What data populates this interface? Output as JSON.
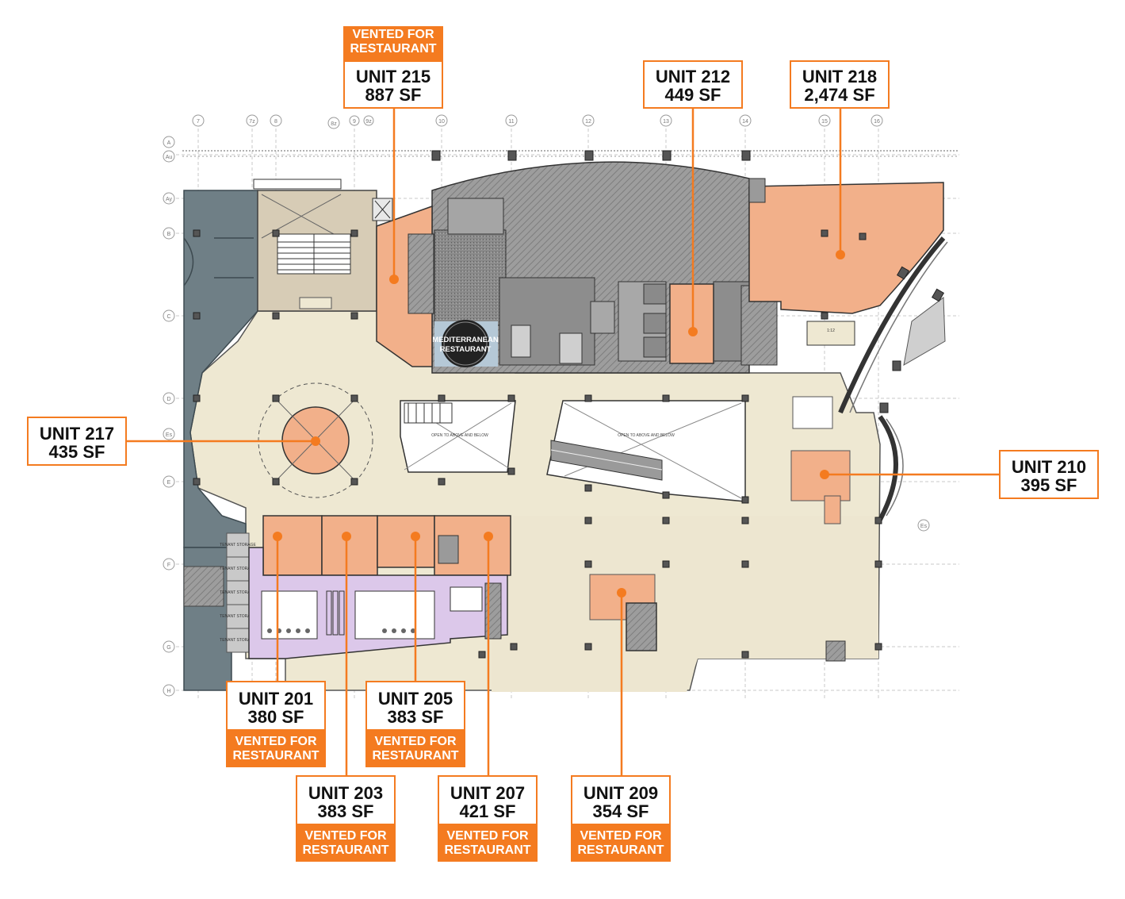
{
  "map": {
    "features": {
      "mediterranean_logo": "MEDITERRANEAN RESTAURANT",
      "atrium_note": "OPEN TO ABOVE AND BELOW",
      "bridge_note": "OPEN TO ABOVE AND BELOW",
      "tenant_storage": "TENANT STORAGE"
    },
    "grid_columns": [
      "7",
      "7z",
      "8",
      "8z",
      "9",
      "9z",
      "10",
      "11",
      "12",
      "13",
      "14",
      "15",
      "16"
    ],
    "grid_rows": [
      "A",
      "Au",
      "Ay",
      "B",
      "C",
      "D",
      "Es",
      "E",
      "F",
      "G",
      "H"
    ]
  },
  "units": [
    {
      "id": "215",
      "label": "UNIT 215",
      "area": "887 SF",
      "vented": true
    },
    {
      "id": "212",
      "label": "UNIT 212",
      "area": "449 SF",
      "vented": false
    },
    {
      "id": "218",
      "label": "UNIT 218",
      "area": "2,474 SF",
      "vented": false
    },
    {
      "id": "217",
      "label": "UNIT 217",
      "area": "435 SF",
      "vented": false
    },
    {
      "id": "210",
      "label": "UNIT 210",
      "area": "395 SF",
      "vented": false
    },
    {
      "id": "201",
      "label": "UNIT 201",
      "area": "380 SF",
      "vented": true
    },
    {
      "id": "205",
      "label": "UNIT 205",
      "area": "383 SF",
      "vented": true
    },
    {
      "id": "203",
      "label": "UNIT 203",
      "area": "383 SF",
      "vented": true
    },
    {
      "id": "207",
      "label": "UNIT 207",
      "area": "421 SF",
      "vented": true
    },
    {
      "id": "209",
      "label": "UNIT 209",
      "area": "354 SF",
      "vented": true
    }
  ],
  "vented_label": {
    "line1": "VENTED FOR",
    "line2": "RESTAURANT"
  },
  "colors": {
    "accent": "#f47b20",
    "unit_fill": "#f2b08a",
    "common_area": "#eee8d2",
    "office": "#6f7f86",
    "washroom": "#dcc8ea",
    "service": "#9c9c9c"
  }
}
